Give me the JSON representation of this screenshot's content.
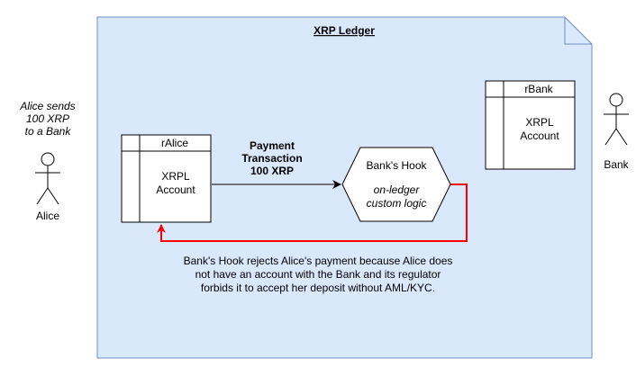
{
  "ledger": {
    "title": "XRP Ledger"
  },
  "actors": {
    "alice": {
      "name": "Alice",
      "note_lines": [
        "Alice sends",
        "100 XRP",
        "to a Bank"
      ]
    },
    "bank": {
      "name": "Bank"
    }
  },
  "accounts": {
    "alice": {
      "header": "rAlice",
      "body_lines": [
        "XRPL",
        "Account"
      ]
    },
    "bank": {
      "header": "rBank",
      "body_lines": [
        "XRPL",
        "Account"
      ]
    }
  },
  "hook": {
    "title": "Bank's Hook",
    "subtitle_lines": [
      "on-ledger",
      "custom logic"
    ]
  },
  "payment_arrow": {
    "label_lines": [
      "Payment",
      "Transaction",
      "100 XRP"
    ]
  },
  "reject_note": {
    "lines": [
      "Bank's Hook rejects Alice's payment because Alice does",
      "not have an account with the Bank and its regulator",
      "forbids it to accept her deposit without AML/KYC."
    ]
  },
  "colors": {
    "ledger_fill": "#dae8fc",
    "ledger_stroke": "#6c8ebf",
    "reject_arrow": "#ff0000",
    "stroke": "#000000"
  }
}
